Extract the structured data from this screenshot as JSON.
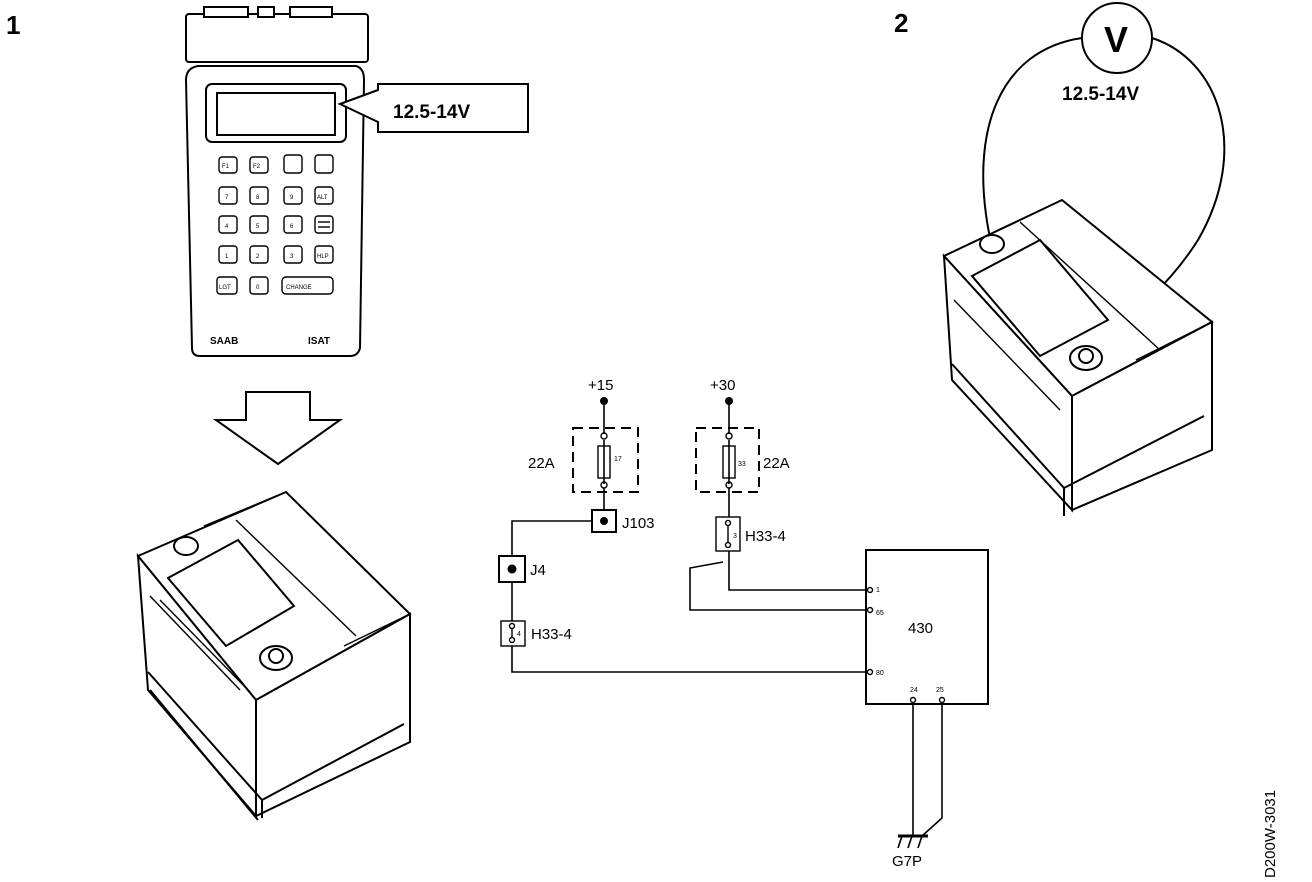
{
  "figure_numbers": {
    "fig1": "1",
    "fig2": "2"
  },
  "tester": {
    "display_reading": "12.5-14V",
    "brand_left": "SAAB",
    "brand_right": "ISAT",
    "keys": {
      "row1": [
        "F1",
        "F2",
        "",
        ""
      ],
      "row2": [
        "7",
        "8",
        "9",
        "ALT"
      ],
      "row3": [
        "4",
        "5",
        "6",
        ""
      ],
      "row4": [
        "1",
        "2",
        "3",
        "HLP"
      ],
      "row5": [
        "LGT",
        "0",
        "CHANGE"
      ]
    }
  },
  "voltmeter": {
    "symbol": "V",
    "reading": "12.5-14V"
  },
  "circuit": {
    "supply_15": "+15",
    "supply_30": "+30",
    "fuse_box_left": "22A",
    "fuse_box_right": "22A",
    "fuse_left_no": "17",
    "fuse_right_no": "33",
    "joint_j103": "J103",
    "joint_j4": "J4",
    "connector_left": "H33-4",
    "connector_right": "H33-4",
    "connector_left_pin": "4",
    "connector_right_pin": "3",
    "module": "430",
    "pins": {
      "p1": "1",
      "p65": "65",
      "p80": "80",
      "p24": "24",
      "p25": "25"
    },
    "ground": "G7P"
  },
  "drawing_id": "D200W-3031"
}
